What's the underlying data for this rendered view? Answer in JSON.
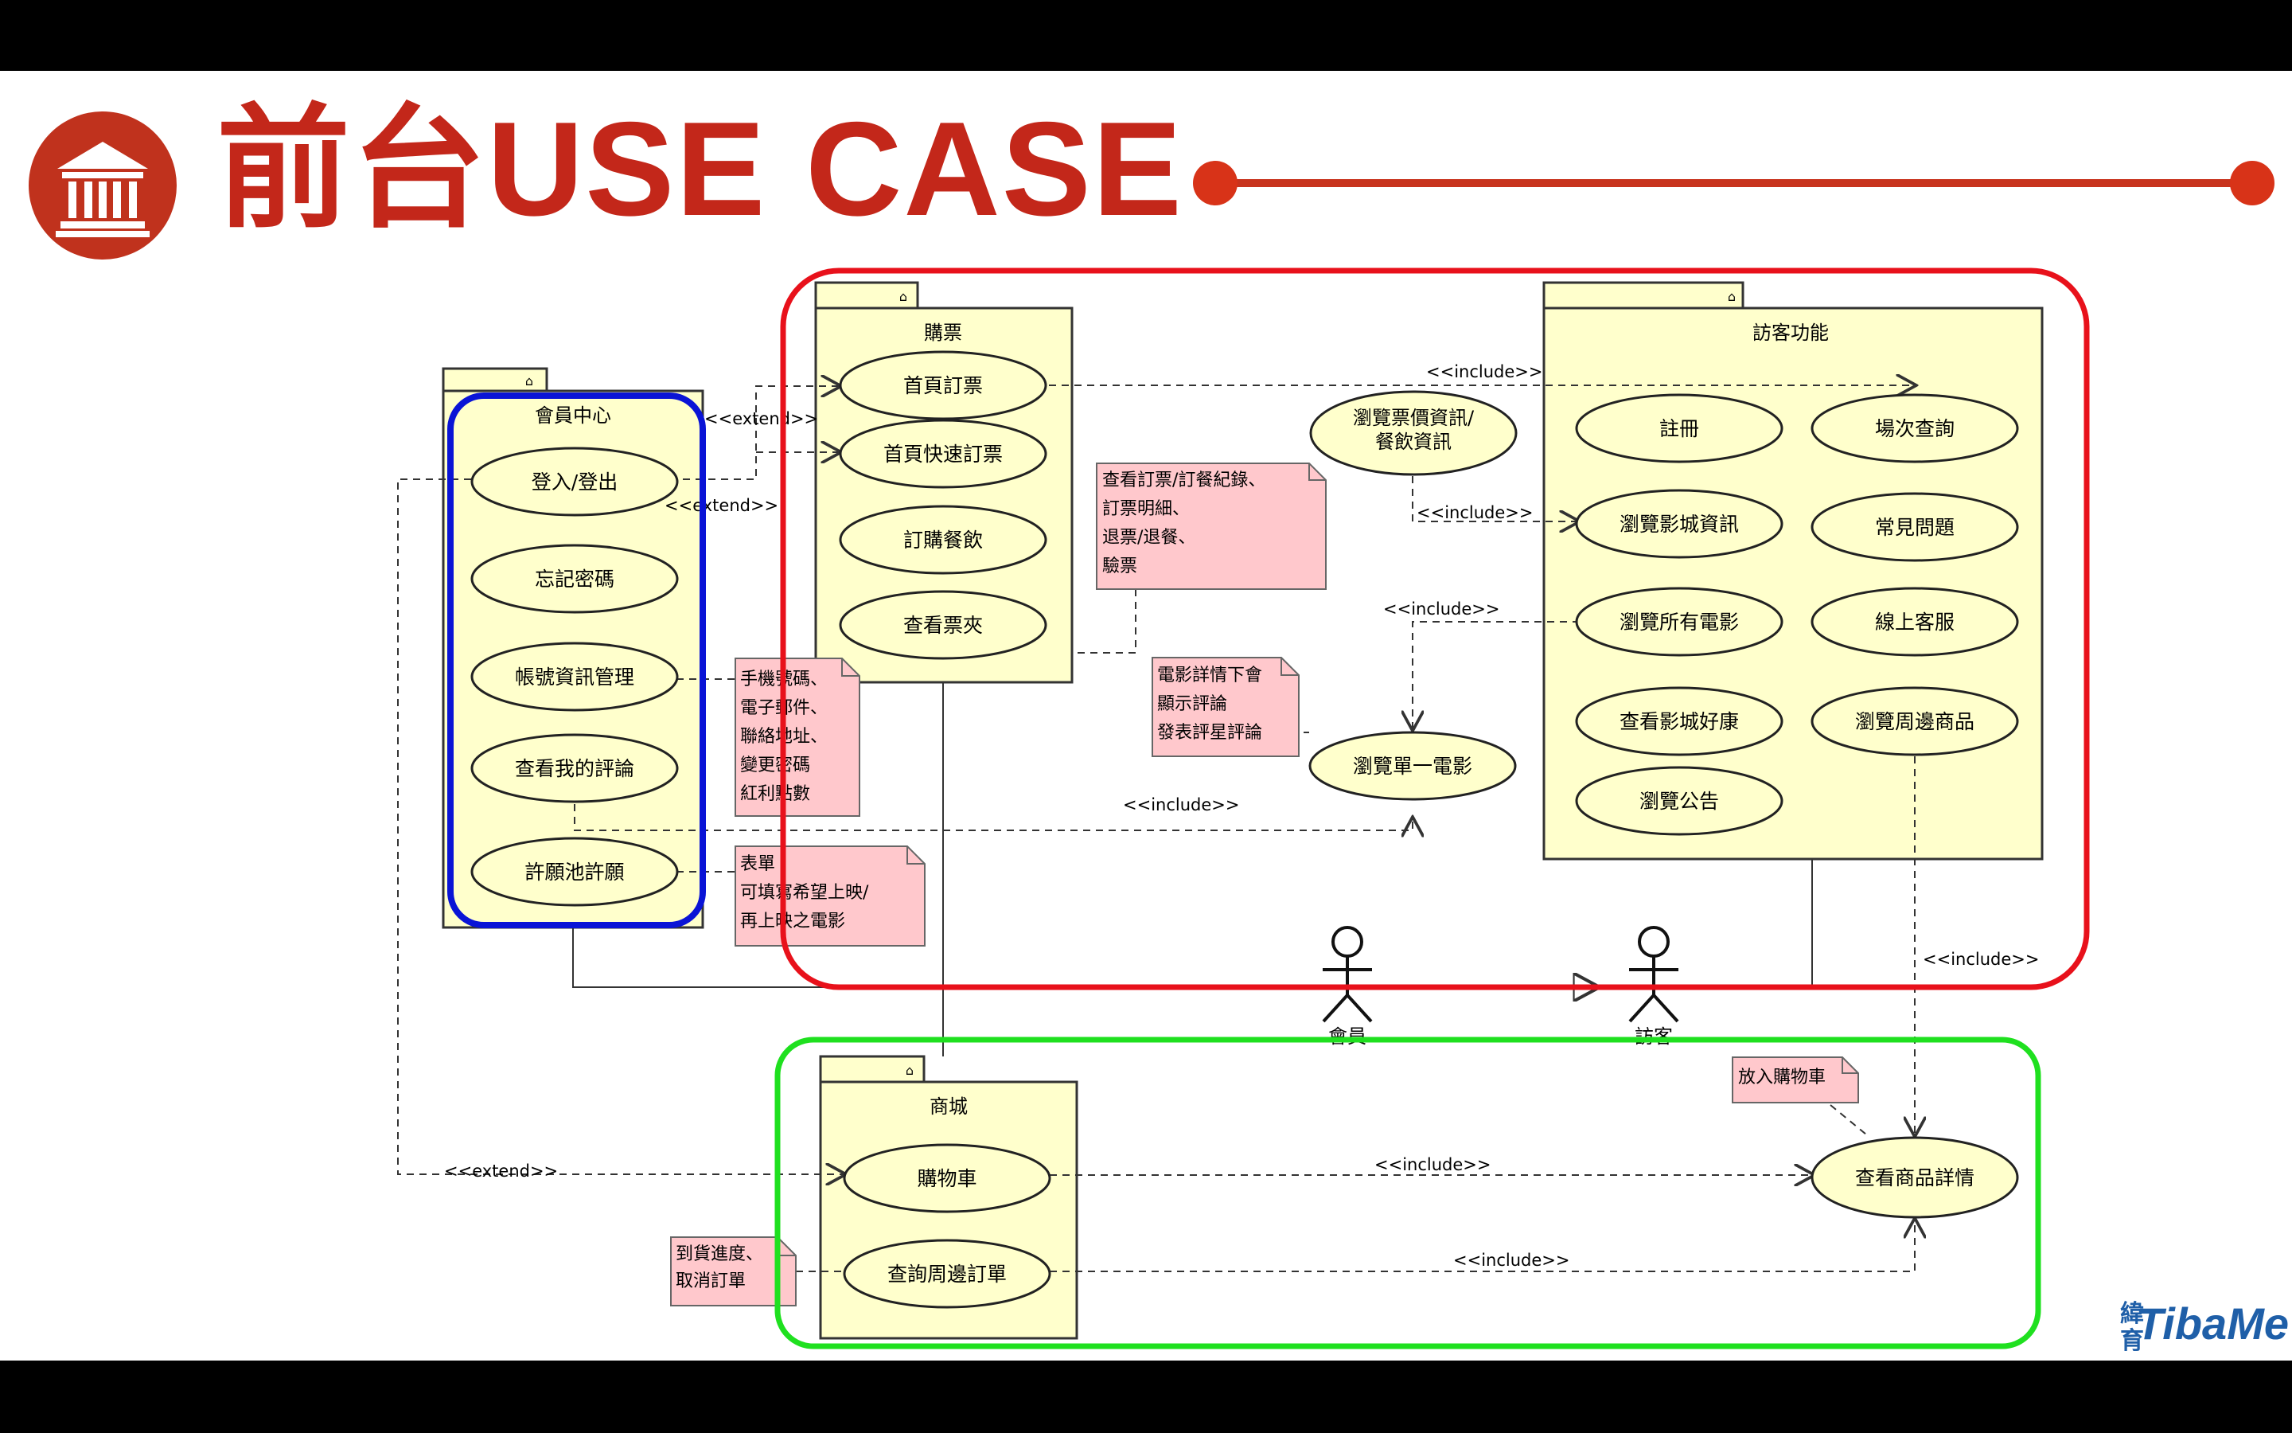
{
  "slide": {
    "title": "前台USE CASE",
    "brand": {
      "cjk_top": "緯",
      "cjk_bottom": "育",
      "latin": "TibaMe"
    }
  },
  "diagram": {
    "packages": {
      "member_center": {
        "title": "會員中心",
        "use_cases": [
          "登入/登出",
          "忘記密碼",
          "帳號資訊管理",
          "查看我的評論",
          "許願池許願"
        ]
      },
      "tickets": {
        "title": "購票",
        "use_cases": [
          "首頁訂票",
          "首頁快速訂票",
          "訂購餐飲",
          "查看票夾"
        ]
      },
      "visitor": {
        "title": "訪客功能",
        "use_cases": [
          "註冊",
          "場次查詢",
          "瀏覽影城資訊",
          "常見問題",
          "瀏覽所有電影",
          "線上客服",
          "查看影城好康",
          "瀏覽周邊商品",
          "瀏覽公告"
        ]
      },
      "mall": {
        "title": "商城",
        "use_cases": [
          "購物車",
          "查詢周邊訂單"
        ]
      }
    },
    "standalone_use_cases": [
      "瀏覽票價資訊/\n餐飲資訊",
      "瀏覽單一電影",
      "查看商品詳情"
    ],
    "actors": [
      "會員",
      "訪客"
    ],
    "notes": {
      "order_records": [
        "查看訂票/訂餐紀錄、",
        "訂票明細、",
        "退票/退餐、",
        "驗票"
      ],
      "account_info": [
        "手機號碼、",
        "電子郵件、",
        "聯絡地址、",
        "變更密碼",
        "紅利點數"
      ],
      "movie_detail": [
        "電影詳情下會",
        "顯示評論",
        "發表評星評論"
      ],
      "wish_form": [
        "表單",
        "可填寫希望上映/",
        "再上映之電影"
      ],
      "add_cart": [
        "放入購物車"
      ],
      "delivery": [
        "到貨進度、",
        "取消訂單"
      ]
    },
    "relations": {
      "include": "<<include>>",
      "extend": "<<extend>>"
    },
    "colors": {
      "highlight_red": "#e8111b",
      "highlight_blue": "#0a14d6",
      "highlight_green": "#1fe01f",
      "package_fill": "#ffffcc",
      "note_fill": "#ffc8cc",
      "title_red": "#c3271a"
    }
  }
}
